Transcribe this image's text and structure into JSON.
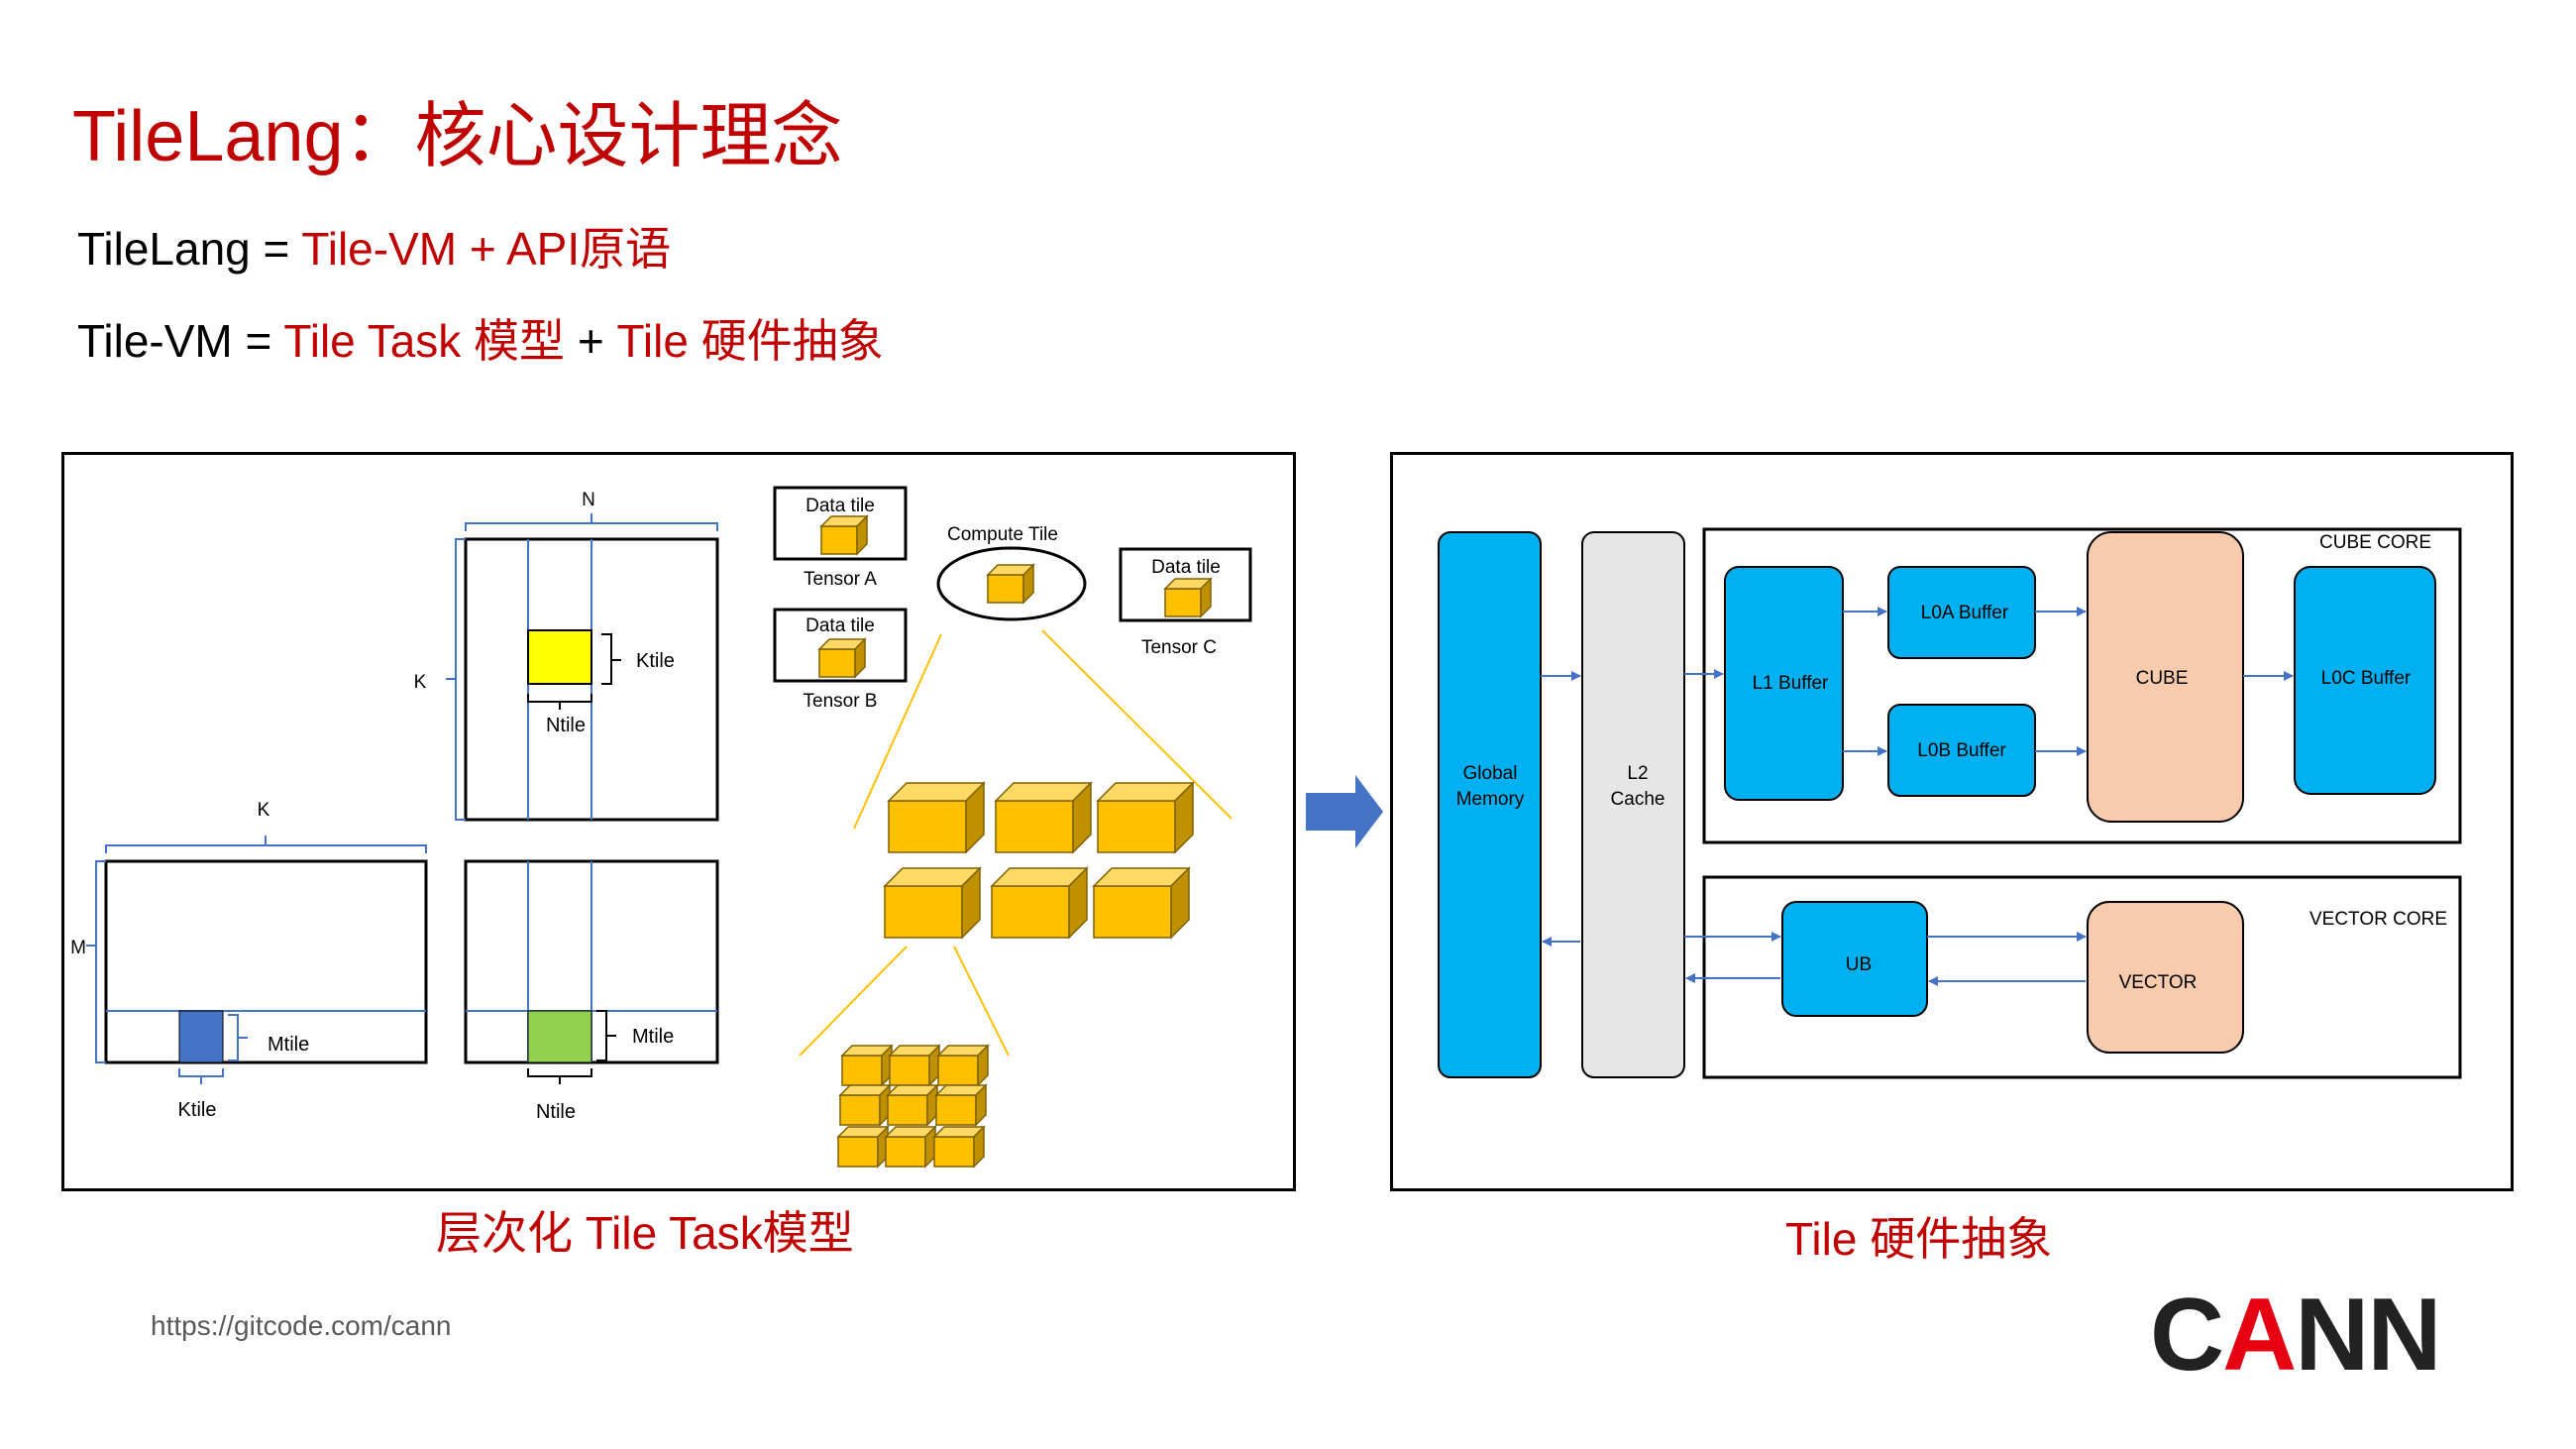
{
  "title": "TileLang：核心设计理念",
  "eq1": {
    "lhs": "TileLang = ",
    "rhs": "Tile-VM + API原语"
  },
  "eq2": {
    "lhs": "Tile-VM = ",
    "part1": "Tile Task 模型",
    "plus": " + ",
    "part2": "Tile 硬件抽象"
  },
  "left_diagram": {
    "label_n": "N",
    "label_k_top": "K",
    "label_ktile_top": "Ktile",
    "label_ntile_top": "Ntile",
    "label_k_mid": "K",
    "label_m": "M",
    "label_mtile_a": "Mtile",
    "label_ktile_a": "Ktile",
    "label_mtile_c": "Mtile",
    "label_ntile_c": "Ntile",
    "data_tile_a": "Data tile",
    "tensor_a": "Tensor A",
    "data_tile_b": "Data tile",
    "tensor_b": "Tensor B",
    "compute_tile": "Compute Tile",
    "data_tile_c": "Data tile",
    "tensor_c": "Tensor C"
  },
  "right_diagram": {
    "global_memory": [
      "Global",
      "Memory"
    ],
    "l2_cache": [
      "L2",
      "Cache"
    ],
    "cube_core": "CUBE CORE",
    "l1_buffer": "L1 Buffer",
    "l0a_buffer": "L0A Buffer",
    "l0b_buffer": "L0B Buffer",
    "cube": "CUBE",
    "l0c_buffer": "L0C Buffer",
    "vector_core": "VECTOR CORE",
    "ub": "UB",
    "vector": "VECTOR"
  },
  "caption_left": "层次化 Tile Task模型",
  "caption_right": "Tile 硬件抽象",
  "url": "https://gitcode.com/cann",
  "logo": {
    "c": "C",
    "a": "A",
    "nn": "NN"
  },
  "colors": {
    "accent_red": "#c00000",
    "cube_yellow": "#ffc000",
    "hw_blue": "#00b0f0",
    "hw_peach": "#f8cbad",
    "l2_gray": "#e7e6e6",
    "arrow_blue": "#4472c4",
    "ktile_yellow": "#ffff00",
    "mtile_blue": "#4472c4",
    "ctile_green": "#92d050"
  }
}
